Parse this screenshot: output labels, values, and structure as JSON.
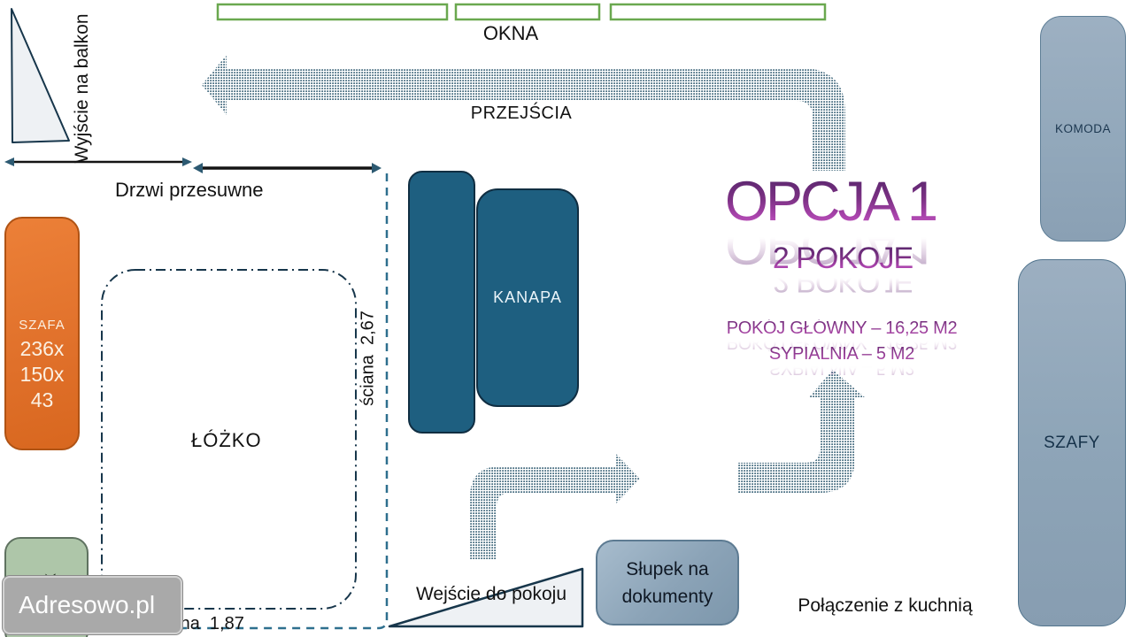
{
  "slide": {
    "title": "OPCJA 1",
    "subtitle": "2 POKOJE",
    "area_line1": "POKÓJ GŁÓWNY – 16,25 M2",
    "area_line2": "SYPIALNIA – 5 M2",
    "watermark": "Adresowo.pl"
  },
  "labels": {
    "okna": "OKNA",
    "przejscia": "PRZEJŚCIA",
    "wyjscie_na_balkon": "Wyjście na balkon",
    "drzwi_przesuwne": "Drzwi przesuwne",
    "lozko": "ŁÓŻKO",
    "sciana_prawa": "ściana  2,67",
    "sciana_dolna": "ściana  1,87",
    "kanapa": "KANAPA",
    "komoda": "KOMODA",
    "szafy": "SZAFY",
    "stolik": "stolik",
    "wejscie_do_pokoju": "Wejście do pokoju",
    "polaczenie_z_kuchnia": "Połączenie z kuchnią"
  },
  "szafa": {
    "title": "SZAFA",
    "dims": [
      "236x",
      "150x",
      "43"
    ]
  },
  "slupek": {
    "line1": "Słupek na",
    "line2": "dokumenty"
  },
  "colors": {
    "window_green": "#6aa84f",
    "wardrobe_orange": "#e0702a",
    "sofa_teal": "#1e5f80",
    "furniture_steel_blue": "#8ea5b8",
    "table_sage": "#aec6a9",
    "arrow_dots": "#335d73",
    "wall_dash_teal": "#2e6f8e",
    "title_purple_dark": "#56256b",
    "title_magenta": "#c85cc2",
    "area_purple": "#9b3f9a",
    "watermark_gray": "#a9a9a9"
  }
}
